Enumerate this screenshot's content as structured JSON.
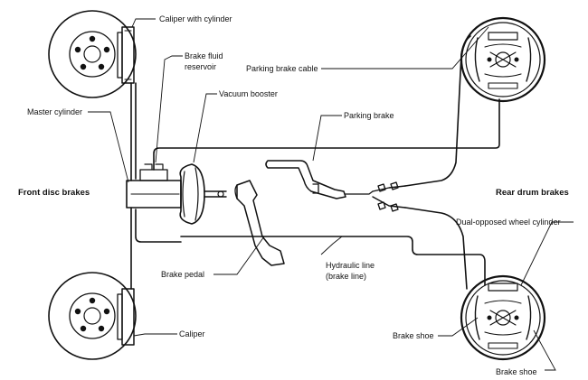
{
  "labels": {
    "caliper_with_cylinder": "Caliper with cylinder",
    "brake_fluid_reservoir_1": "Brake fluid",
    "brake_fluid_reservoir_2": "reservoir",
    "vacuum_booster": "Vacuum booster",
    "master_cylinder": "Master cylinder",
    "front_disc_brakes": "Front disc brakes",
    "parking_brake_cable": "Parking brake cable",
    "parking_brake": "Parking brake",
    "rear_drum_brakes": "Rear drum brakes",
    "dual_opposed_wheel_cylinder": "Dual-opposed wheel cylinder",
    "brake_pedal": "Brake pedal",
    "hydraulic_line_1": "Hydraulic line",
    "hydraulic_line_2": "(brake line)",
    "caliper": "Caliper",
    "brake_shoe_1": "Brake shoe",
    "brake_shoe_2": "Brake shoe"
  },
  "colors": {
    "line": "#111111",
    "background": "#ffffff"
  }
}
